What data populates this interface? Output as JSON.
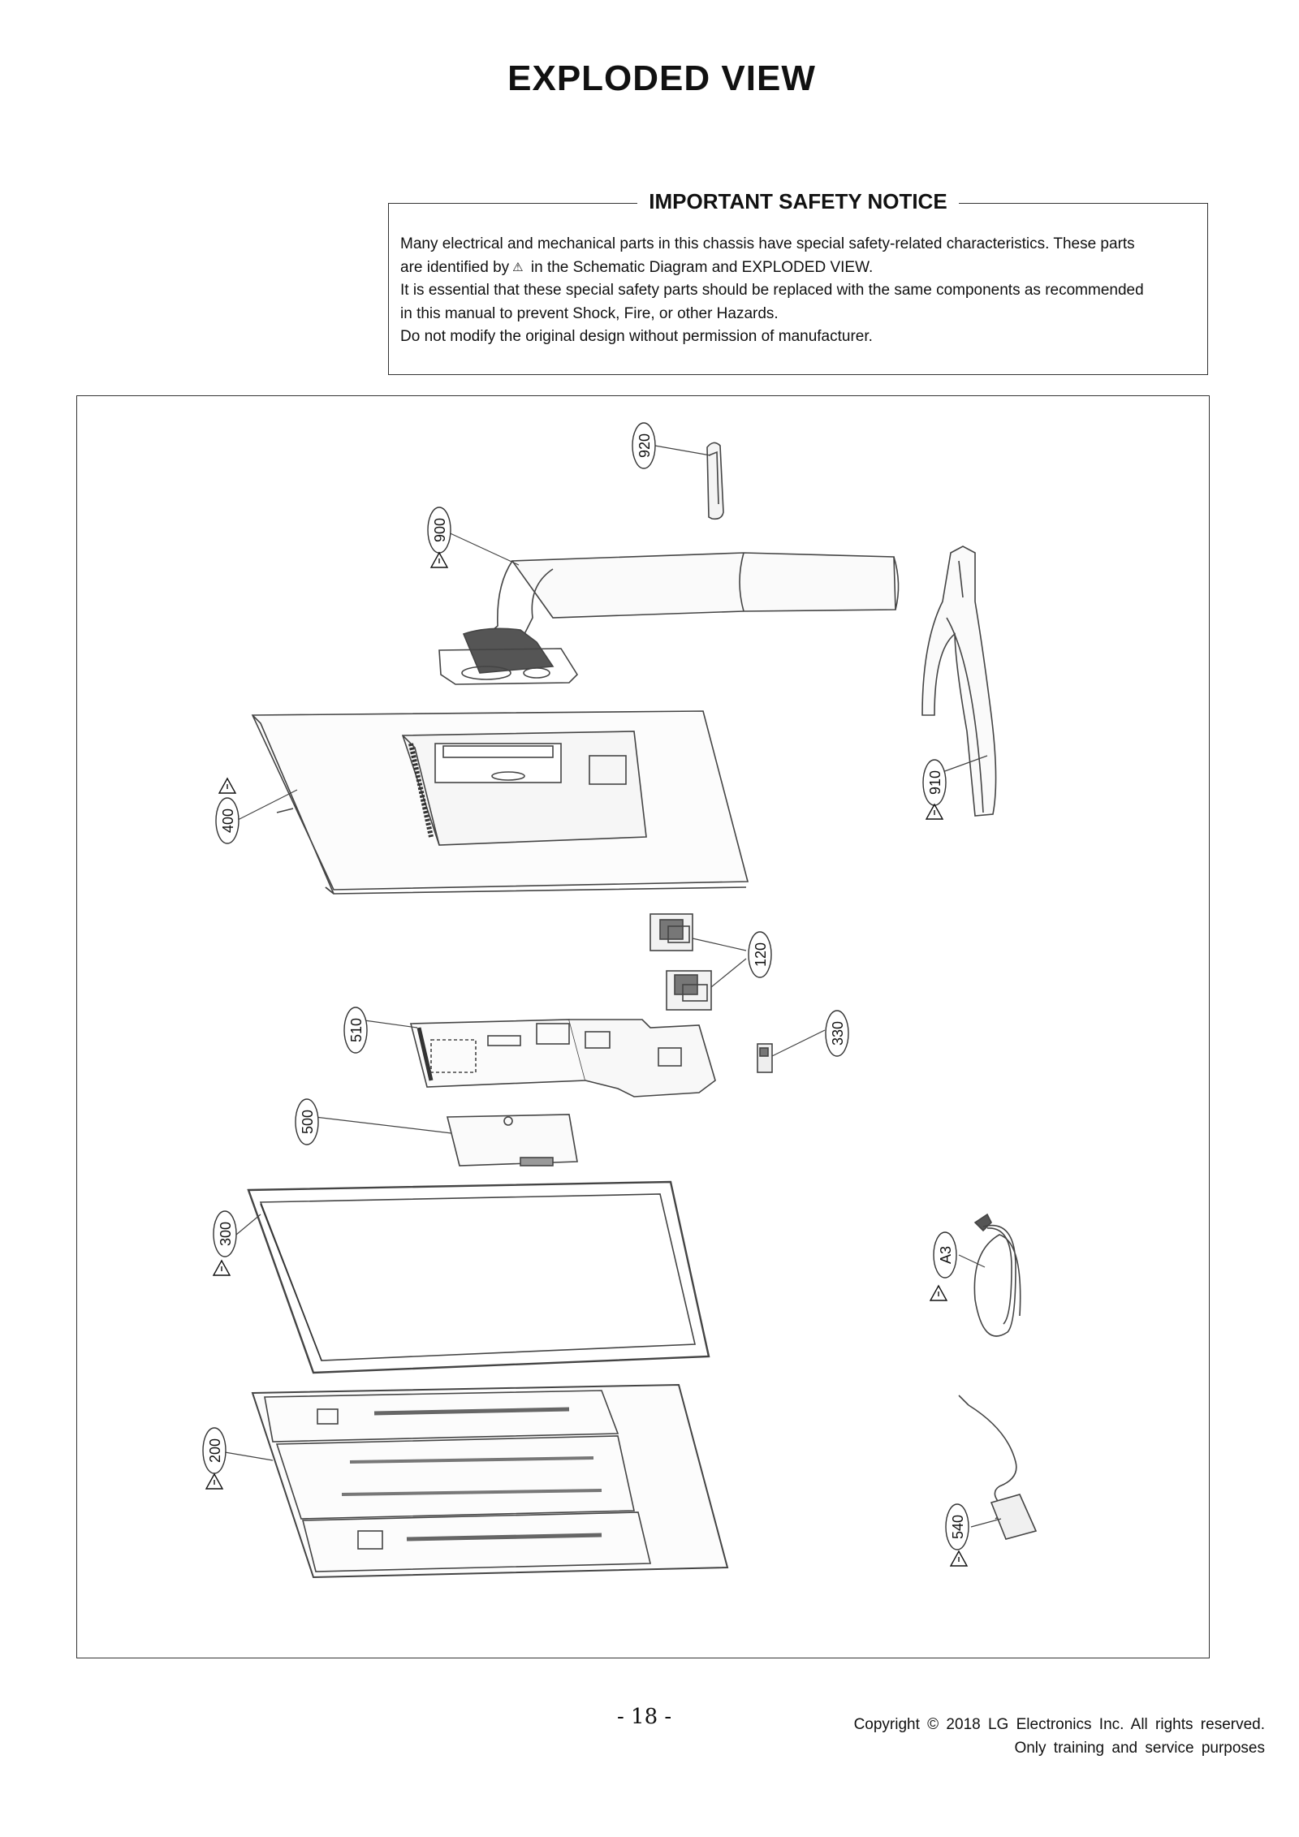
{
  "page": {
    "title": "EXPLODED  VIEW"
  },
  "notice": {
    "heading": "IMPORTANT SAFETY NOTICE",
    "line1": "Many electrical and mechanical parts in this chassis have special safety-related characteristics. These parts",
    "line2_pre": "are identified by",
    "line2_post": "in the Schematic Diagram and EXPLODED VIEW.",
    "line3": "It is essential that these special safety parts should be replaced with the same components as recommended",
    "line4": "in this manual to prevent Shock, Fire, or other Hazards.",
    "line5": "Do not modify the original design without permission of manufacturer."
  },
  "parts": {
    "p920": "920",
    "p900": "900",
    "p910": "910",
    "p400": "400",
    "p120": "120",
    "p510": "510",
    "p330": "330",
    "p500": "500",
    "p300": "300",
    "pA3": "A3",
    "p200": "200",
    "p540": "540"
  },
  "footer": {
    "page_number": "- 18 -",
    "copyright_line1": "Copyright  ©  2018  LG  Electronics  Inc.  All  rights  reserved.",
    "copyright_line2": "Only  training  and  service  purposes"
  }
}
